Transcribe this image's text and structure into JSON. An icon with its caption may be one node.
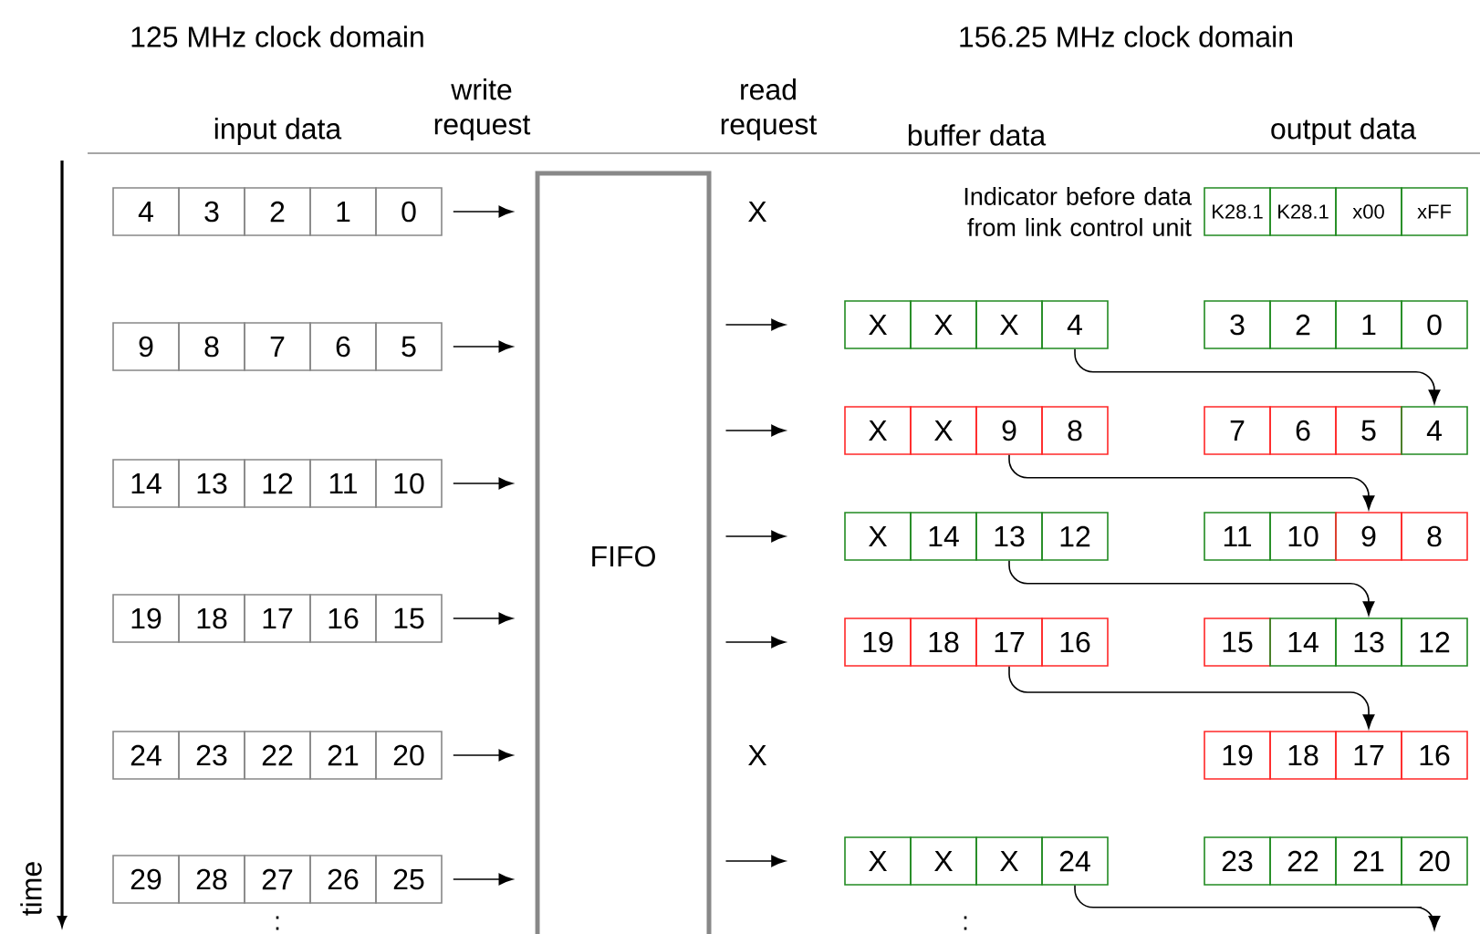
{
  "diagram": {
    "nodes": [
      {
        "text": [
          "4"
        ]
      },
      {
        "text": [
          "3"
        ]
      },
      {
        "text": [
          "2"
        ]
      },
      {
        "text": [
          "1"
        ]
      },
      {
        "text": [
          "0"
        ]
      },
      {
        "text": [
          "9"
        ]
      },
      {
        "text": [
          "8"
        ]
      },
      {
        "text": [
          "7"
        ]
      },
      {
        "text": [
          "6"
        ]
      },
      {
        "text": [
          "5"
        ]
      },
      {
        "text": [
          "14"
        ]
      },
      {
        "text": [
          "13"
        ]
      },
      {
        "text": [
          "12"
        ]
      },
      {
        "text": [
          "11"
        ]
      },
      {
        "text": [
          "10"
        ]
      },
      {
        "text": [
          "19"
        ]
      },
      {
        "text": [
          "18"
        ]
      },
      {
        "text": [
          "17"
        ]
      },
      {
        "text": [
          "16"
        ]
      },
      {
        "text": [
          "15"
        ]
      },
      {
        "text": [
          "24"
        ]
      },
      {
        "text": [
          "23"
        ]
      },
      {
        "text": [
          "22"
        ]
      },
      {
        "text": [
          "21"
        ]
      },
      {
        "text": [
          "20"
        ]
      },
      {
        "text": [
          "29"
        ]
      },
      {
        "text": [
          "28"
        ]
      },
      {
        "text": [
          "27"
        ]
      },
      {
        "text": [
          "26"
        ]
      },
      {
        "text": [
          "25"
        ]
      },
      {
        "text": [
          "FIFO"
        ]
      },
      {
        "text": [
          "K28.1"
        ]
      },
      {
        "text": [
          "K28.1"
        ]
      },
      {
        "text": [
          "x00"
        ]
      },
      {
        "text": [
          "xFF"
        ]
      },
      {
        "text": [
          "X"
        ]
      },
      {
        "text": [
          "X"
        ]
      },
      {
        "text": [
          "X"
        ]
      },
      {
        "text": [
          "4"
        ]
      },
      {
        "text": [
          "X"
        ]
      },
      {
        "text": [
          "X"
        ]
      },
      {
        "text": [
          "9"
        ]
      },
      {
        "text": [
          "8"
        ]
      },
      {
        "text": [
          "X"
        ]
      },
      {
        "text": [
          "14"
        ]
      },
      {
        "text": [
          "13"
        ]
      },
      {
        "text": [
          "12"
        ]
      },
      {
        "text": [
          "19"
        ]
      },
      {
        "text": [
          "18"
        ]
      },
      {
        "text": [
          "17"
        ]
      },
      {
        "text": [
          "16"
        ]
      },
      {
        "text": [
          "X"
        ]
      },
      {
        "text": [
          "X"
        ]
      },
      {
        "text": [
          "X"
        ]
      },
      {
        "text": [
          "24"
        ]
      },
      {
        "text": [
          "3"
        ]
      },
      {
        "text": [
          "2"
        ]
      },
      {
        "text": [
          "1"
        ]
      },
      {
        "text": [
          "0"
        ]
      },
      {
        "text": [
          "7"
        ]
      },
      {
        "text": [
          "6"
        ]
      },
      {
        "text": [
          "5"
        ]
      },
      {
        "text": [
          "4"
        ]
      },
      {
        "text": [
          "11"
        ]
      },
      {
        "text": [
          "10"
        ]
      },
      {
        "text": [
          "9"
        ]
      },
      {
        "text": [
          "8"
        ]
      },
      {
        "text": [
          "15"
        ]
      },
      {
        "text": [
          "14"
        ]
      },
      {
        "text": [
          "13"
        ]
      },
      {
        "text": [
          "12"
        ]
      },
      {
        "text": [
          "19"
        ]
      },
      {
        "text": [
          "18"
        ]
      },
      {
        "text": [
          "17"
        ]
      },
      {
        "text": [
          "16"
        ]
      },
      {
        "text": [
          "23"
        ]
      },
      {
        "text": [
          "22"
        ]
      },
      {
        "text": [
          "21"
        ]
      },
      {
        "text": [
          "20"
        ]
      }
    ],
    "edges": [
      {
        "from": 4,
        "to": 30,
        "arrow": "to"
      },
      {
        "from": 9,
        "to": 30,
        "arrow": "to"
      },
      {
        "from": 14,
        "to": 30,
        "arrow": "to"
      },
      {
        "from": 19,
        "to": 30,
        "arrow": "to"
      },
      {
        "from": 24,
        "to": 30,
        "arrow": "to"
      },
      {
        "from": 29,
        "to": 30,
        "arrow": "to"
      },
      {
        "from": 30,
        "to": 35,
        "arrow": "to"
      },
      {
        "from": 30,
        "to": 39,
        "arrow": "to"
      },
      {
        "from": 30,
        "to": 43,
        "arrow": "to"
      },
      {
        "from": 30,
        "to": 47,
        "arrow": "to"
      },
      {
        "from": 30,
        "to": 51,
        "arrow": "to"
      },
      {
        "from": 38,
        "to": 62,
        "arrow": "to"
      },
      {
        "from": 41,
        "to": 65,
        "arrow": "to"
      },
      {
        "from": 45,
        "to": 69,
        "arrow": "to"
      },
      {
        "from": 49,
        "to": 73,
        "arrow": "to"
      },
      {
        "from": 54,
        "to": null,
        "arrow": "to"
      }
    ],
    "labels": [
      "125 MHz clock domain",
      "156.25 MHz clock domain",
      "write request",
      "read request",
      "input data",
      "buffer data",
      "output data",
      "Indicator before data from link control unit",
      "X",
      "X",
      "time",
      ":",
      ":"
    ]
  }
}
